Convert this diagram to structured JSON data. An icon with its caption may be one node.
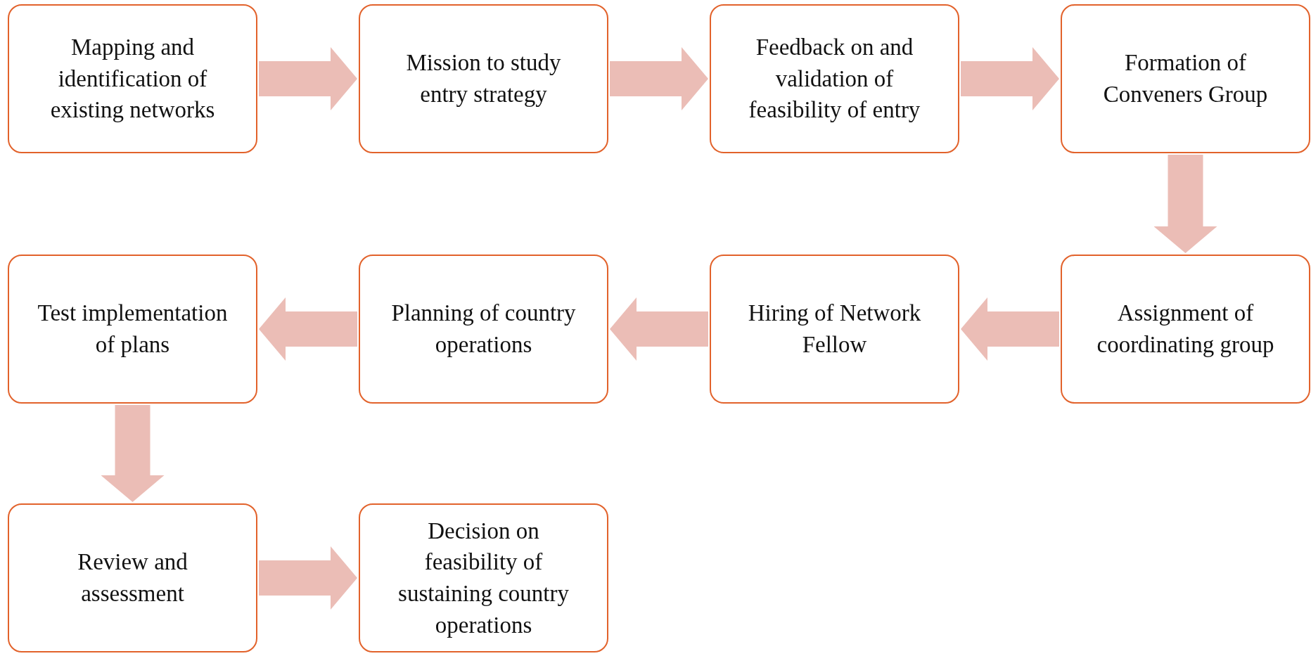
{
  "diagram": {
    "nodes": [
      {
        "text": [
          "Mapping and identification of existing networks"
        ]
      },
      {
        "text": [
          "Mission to study entry strategy"
        ]
      },
      {
        "text": [
          "Feedback on and validation of feasibility of entry"
        ]
      },
      {
        "text": [
          "Formation of Conveners Group"
        ]
      },
      {
        "text": [
          "Assignment of coordinating group"
        ]
      },
      {
        "text": [
          "Hiring of Network Fellow"
        ]
      },
      {
        "text": [
          "Planning of country operations"
        ]
      },
      {
        "text": [
          "Test implementation of plans"
        ]
      },
      {
        "text": [
          "Review and assessment"
        ]
      },
      {
        "text": [
          "Decision on feasibility of sustaining country operations"
        ]
      }
    ],
    "edges": [
      {
        "from": 0,
        "to": 1,
        "arrow": "to"
      },
      {
        "from": 1,
        "to": 2,
        "arrow": "to"
      },
      {
        "from": 2,
        "to": 3,
        "arrow": "to"
      },
      {
        "from": 3,
        "to": 4,
        "arrow": "to"
      },
      {
        "from": 4,
        "to": 5,
        "arrow": "to"
      },
      {
        "from": 5,
        "to": 6,
        "arrow": "to"
      },
      {
        "from": 6,
        "to": 7,
        "arrow": "to"
      },
      {
        "from": 7,
        "to": 8,
        "arrow": "to"
      },
      {
        "from": 8,
        "to": 9,
        "arrow": "to"
      }
    ]
  }
}
